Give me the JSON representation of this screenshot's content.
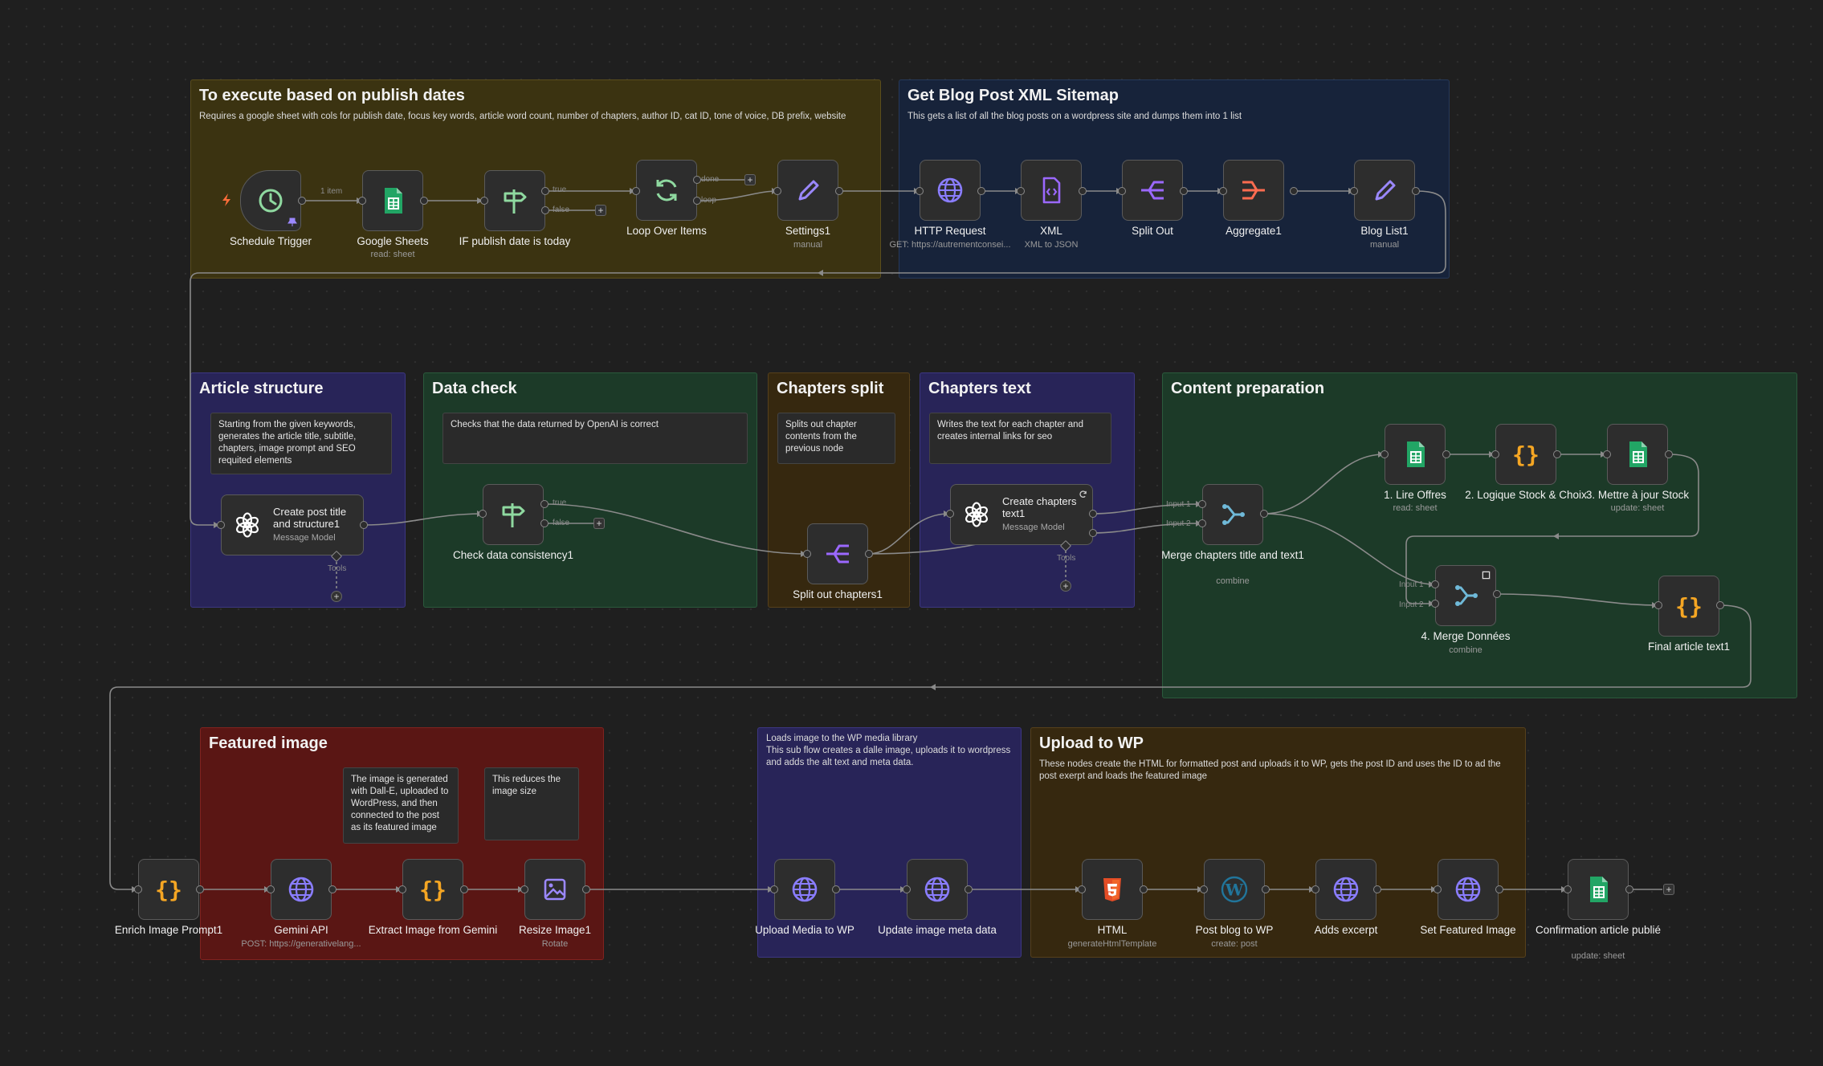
{
  "colors": {
    "canvas": "#1f1f1f",
    "wire": "#8a8a8a",
    "openai": "#ffffff",
    "sheets": "#22a565",
    "code": "#f5a623",
    "http": "#7b6cf2",
    "merge": "#6fb9d8",
    "split": "#9b68ff",
    "if": "#8fd9a0",
    "aggregate": "#ff6c50",
    "wordpress": "#21759b",
    "html5": "#e44d26"
  },
  "stickies": {
    "publish": {
      "title": "To execute based on publish dates",
      "desc": "Requires a google sheet with cols for publish date, focus key words, article word count, number of chapters, author ID, cat ID, tone of voice, DB prefix, website"
    },
    "sitemap": {
      "title": "Get Blog Post XML Sitemap",
      "desc": "This gets a list of all the blog posts on a wordpress site and dumps them into 1 list"
    },
    "article": {
      "title": "Article structure"
    },
    "datacheck": {
      "title": "Data check"
    },
    "split": {
      "title": "Chapters split"
    },
    "chapters": {
      "title": "Chapters text"
    },
    "content": {
      "title": "Content preparation"
    },
    "featured": {
      "title": "Featured image"
    },
    "media": {
      "desc": "Loads image to the WP media library\nThis sub flow creates a dalle image, uploads it to wordpress and adds the alt text and meta data."
    },
    "upload": {
      "title": "Upload to WP",
      "desc": "These nodes create the HTML for formatted post and uploads it to WP, gets the post ID and uses the ID to ad the post exerpt and loads the featured image"
    }
  },
  "notes": {
    "article": "Starting from the given keywords, generates the article title, subtitle, chapters, image prompt and SEO requited elements",
    "datacheck": "Checks that the data returned by OpenAI is correct",
    "split": "Splits out chapter contents from the previous node",
    "chapters": "Writes the text for each chapter and creates internal links for seo",
    "dalle": "The image is generated with Dall-E, uploaded to WordPress, and then connected to the post as its featured image",
    "resize": "This reduces the image size"
  },
  "nodes": {
    "schedule": {
      "label": "Schedule Trigger"
    },
    "sheets": {
      "label": "Google Sheets",
      "sub": "read: sheet"
    },
    "ifdate": {
      "label": "IF publish date is today"
    },
    "loop": {
      "label": "Loop Over Items"
    },
    "settings": {
      "label": "Settings1",
      "sub": "manual"
    },
    "http": {
      "label": "HTTP Request",
      "sub": "GET: https://autrementconsei..."
    },
    "xml": {
      "label": "XML",
      "sub": "XML to JSON"
    },
    "splitout": {
      "label": "Split Out"
    },
    "aggregate": {
      "label": "Aggregate1"
    },
    "bloglist": {
      "label": "Blog List1",
      "sub": "manual"
    },
    "createpost": {
      "label": "Create post title and structure1",
      "sub": "Message Model"
    },
    "checkdata": {
      "label": "Check data consistency1"
    },
    "splitchapters": {
      "label": "Split out chapters1"
    },
    "createchapters": {
      "label": "Create chapters text1",
      "sub": "Message Model"
    },
    "mergechapters": {
      "label": "Merge chapters title and text1",
      "sub": "combine"
    },
    "lireoffres": {
      "label": "1. Lire Offres",
      "sub": "read: sheet"
    },
    "logique": {
      "label": "2. Logique Stock & Choix"
    },
    "miseajour": {
      "label": "3. Mettre à jour Stock",
      "sub": "update: sheet"
    },
    "mergedonnees": {
      "label": "4. Merge Données",
      "sub": "combine"
    },
    "finalarticle": {
      "label": "Final article text1"
    },
    "enrich": {
      "label": "Enrich Image Prompt1"
    },
    "gemini": {
      "label": "Gemini API",
      "sub": "POST: https://generativelang..."
    },
    "extract": {
      "label": "Extract Image from Gemini"
    },
    "resize": {
      "label": "Resize Image1",
      "sub": "Rotate"
    },
    "uploadmedia": {
      "label": "Upload Media to WP"
    },
    "updatemeta": {
      "label": "Update image meta data"
    },
    "html": {
      "label": "HTML",
      "sub": "generateHtmlTemplate"
    },
    "postblog": {
      "label": "Post blog to WP",
      "sub": "create: post"
    },
    "excerpt": {
      "label": "Adds excerpt"
    },
    "featuredimg": {
      "label": "Set Featured Image"
    },
    "confirm": {
      "label": "Confirmation article publié",
      "sub": "update: sheet"
    }
  },
  "ports": {
    "items": "1 item",
    "true": "true",
    "false": "false",
    "done": "done",
    "loop": "loop",
    "tools": "Tools",
    "input1": "Input 1",
    "input2": "Input 2",
    "plus": "+"
  }
}
